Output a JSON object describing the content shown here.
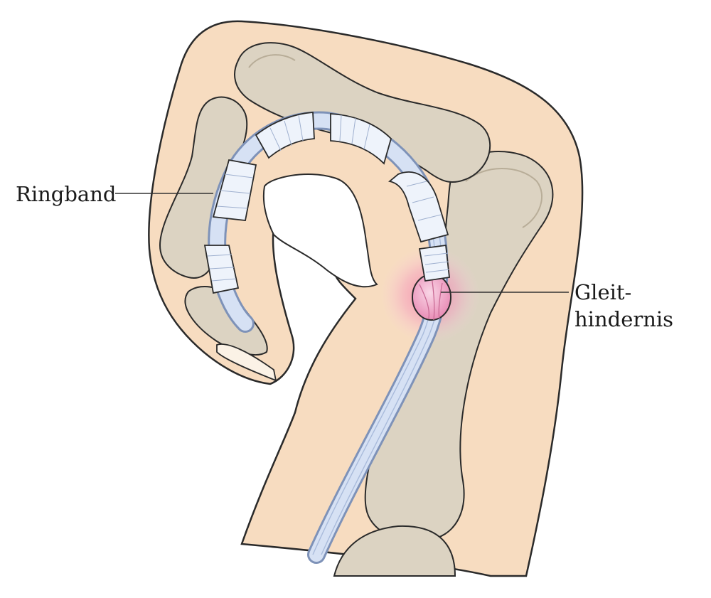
{
  "labels": {
    "ringband": "Ringband",
    "gleithindernis_line1": "Gleit-",
    "gleithindernis_line2": "hindernis"
  },
  "colors": {
    "skin": "#f7dcc0",
    "skin_outline": "#2a2a2a",
    "bone": "#dcd3c2",
    "bone_shadow": "#c9bfab",
    "tendon": "#cfdcf2",
    "tendon_stripe": "#8fa5c9",
    "pulley": "#eef3fb",
    "nodule": "#f0a8c8",
    "inflammation": "#f27aa8",
    "leader_line": "#333333"
  }
}
